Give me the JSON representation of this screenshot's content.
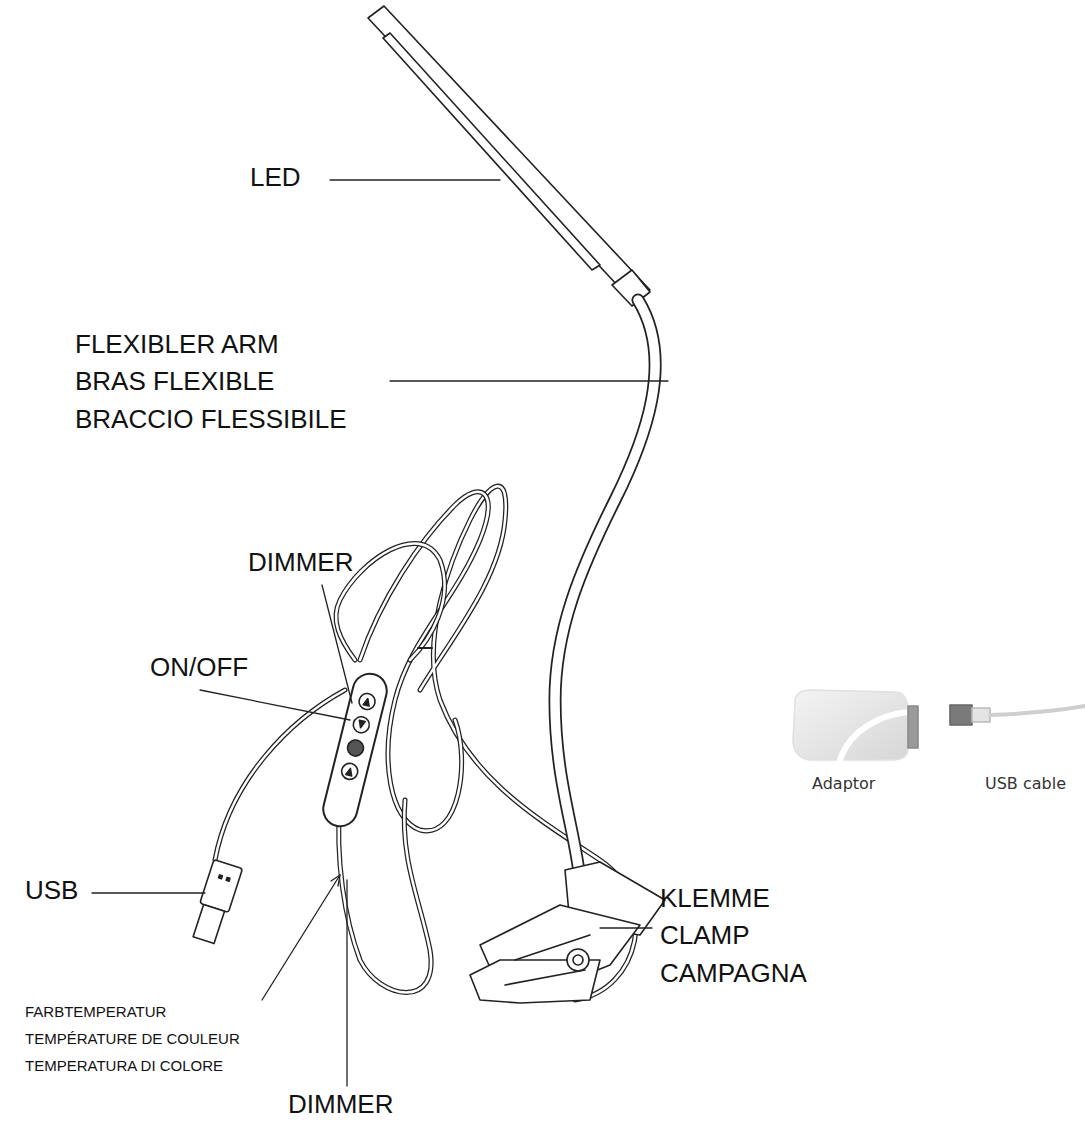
{
  "diagram": {
    "labels": [
      "LED",
      "FLEXIBLER ARM",
      "BRAS FLEXIBLE",
      "BRACCIO FLESSIBILE",
      "DIMMER",
      "ON/OFF",
      "USB",
      "KLEMME",
      "CLAMP",
      "CAMPAGNA",
      "FARBTEMPERATUR",
      "TEMPÉRATURE DE COULEUR",
      "TEMPERATURA DI COLORE",
      "DIMMER",
      "Adaptor",
      "USB cable"
    ]
  }
}
